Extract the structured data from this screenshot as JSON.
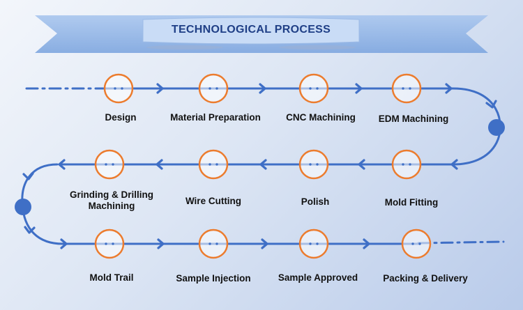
{
  "title": "TECHNOLOGICAL PROCESS",
  "colors": {
    "line": "#3f6fc6",
    "node_ring": "#ec7c2e",
    "node_fill": "#ffffff",
    "dot": "#3f6fc6",
    "title_text": "#1f3f86",
    "banner": "#8bb0e4"
  },
  "steps": [
    {
      "label": "Design"
    },
    {
      "label": "Material Preparation"
    },
    {
      "label": "CNC Machining"
    },
    {
      "label": "EDM Machining"
    },
    {
      "label": "Mold Fitting"
    },
    {
      "label": "Polish"
    },
    {
      "label": "Wire Cutting"
    },
    {
      "label": "Grinding & Drilling Machining"
    },
    {
      "label": "Mold Trail"
    },
    {
      "label": "Sample Injection"
    },
    {
      "label": "Sample Approved"
    },
    {
      "label": "Packing & Delivery"
    }
  ]
}
